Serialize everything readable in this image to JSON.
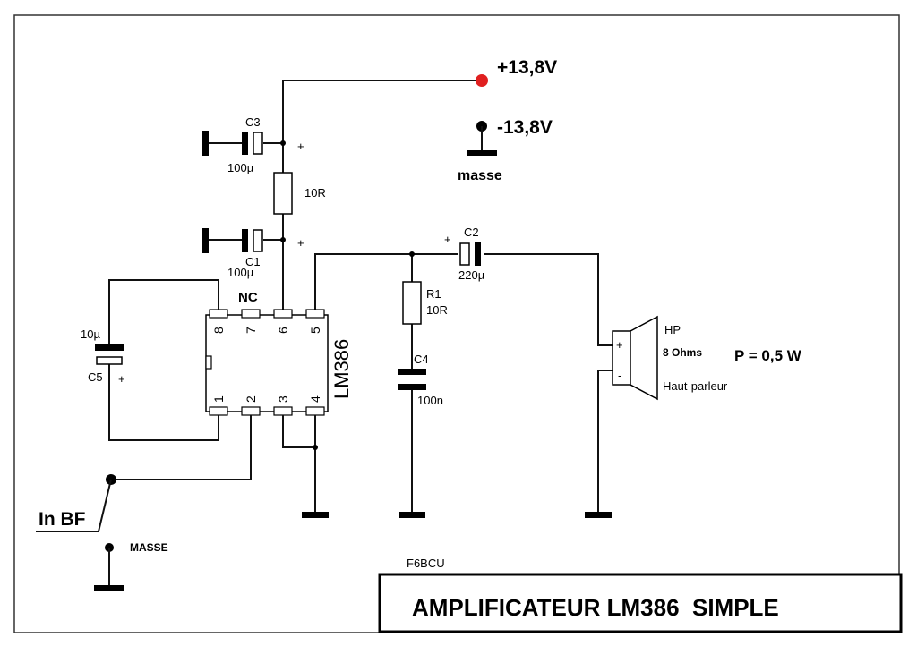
{
  "supply": {
    "pos": "+13,8V",
    "neg": "-13,8V",
    "neg_sub": "masse",
    "pos_color": "#e02020"
  },
  "components": {
    "c3": {
      "name": "C3",
      "value": "100µ",
      "polarity": "+"
    },
    "c1": {
      "name": "C1",
      "value": "100µ",
      "polarity": "+"
    },
    "r_supply": {
      "value": "10R"
    },
    "c2": {
      "name": "C2",
      "value": "220µ",
      "polarity": "+"
    },
    "r1": {
      "name": "R1",
      "value": "10R"
    },
    "c4": {
      "name": "C4",
      "value": "100n"
    },
    "c5": {
      "name": "C5",
      "value": "10µ",
      "polarity": "+"
    }
  },
  "ic": {
    "name": "LM386",
    "nc": "NC",
    "pins_top": [
      "8",
      "7",
      "6",
      "5"
    ],
    "pins_bottom": [
      "1",
      "2",
      "3",
      "4"
    ]
  },
  "speaker": {
    "name": "HP",
    "impedance": "8 Ohms",
    "desc": "Haut-parleur",
    "plus": "+",
    "minus": "-"
  },
  "power": "P = 0,5 W",
  "input": {
    "label": "In BF",
    "ground": "MASSE"
  },
  "author": "F6BCU",
  "title": "AMPLIFICATEUR LM386  SIMPLE"
}
